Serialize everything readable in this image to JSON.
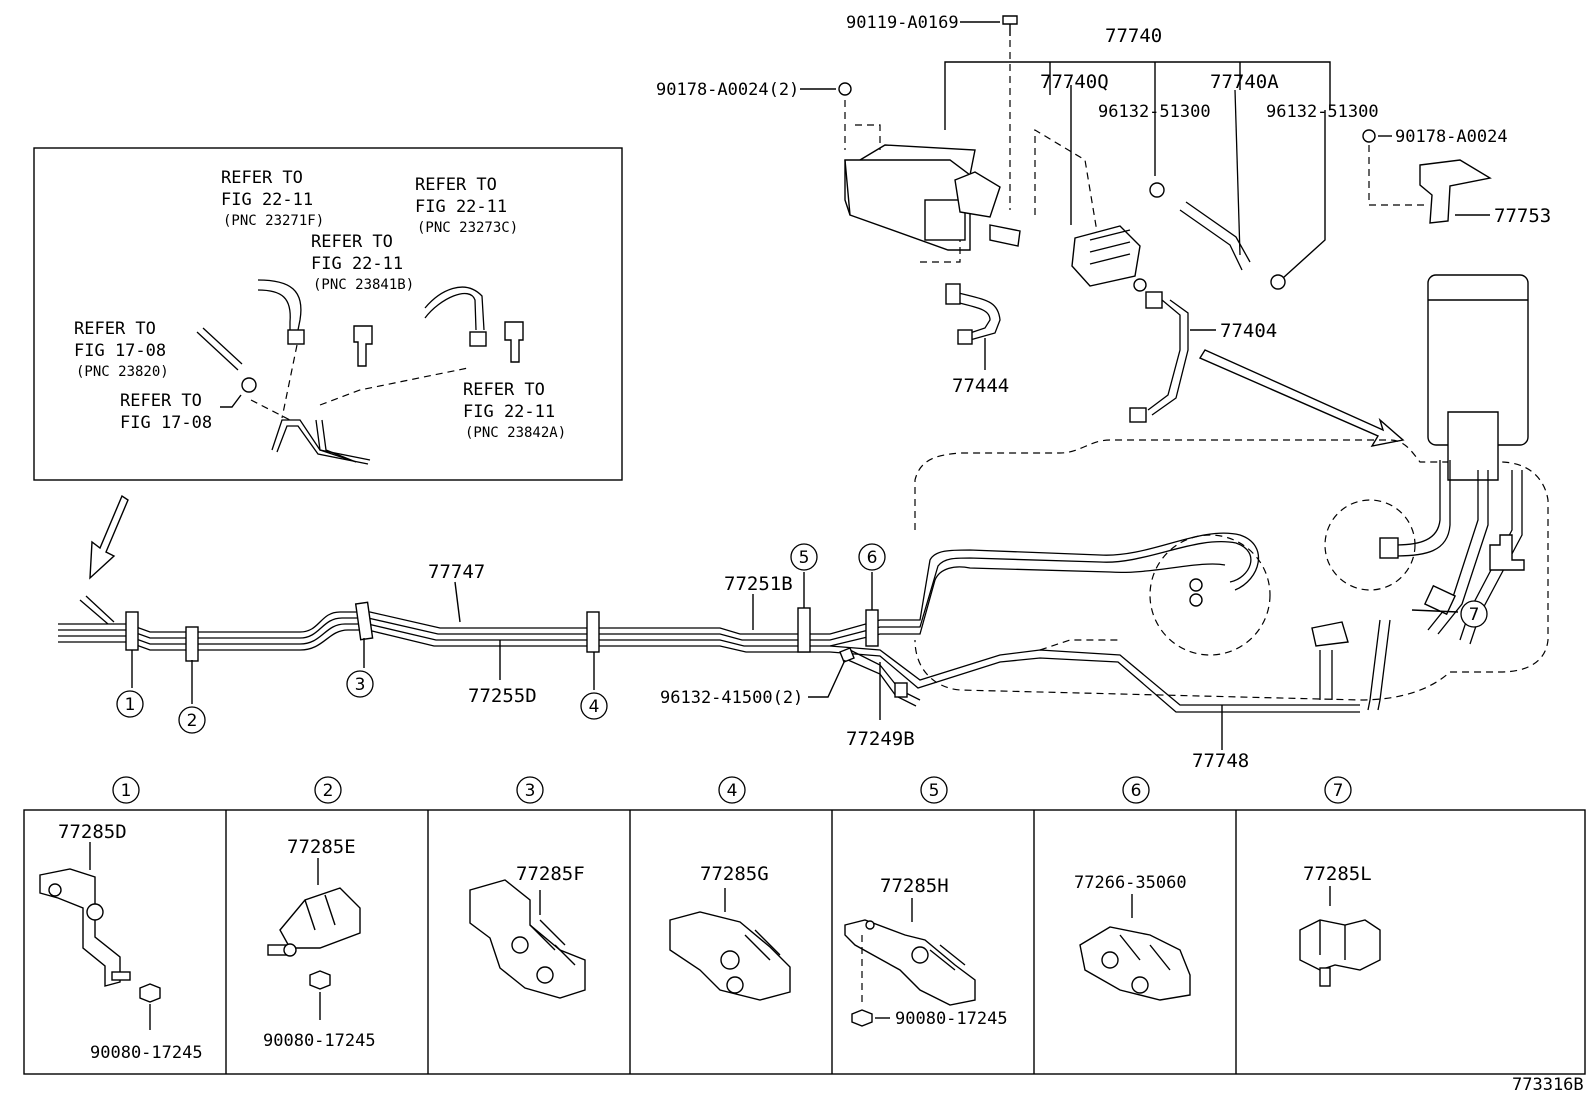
{
  "inset": {
    "refers": [
      {
        "l1": "REFER TO",
        "l2": "FIG 22-11",
        "l3": "(PNC 23271F)"
      },
      {
        "l1": "REFER TO",
        "l2": "FIG 22-11",
        "l3": "(PNC 23841B)"
      },
      {
        "l1": "REFER TO",
        "l2": "FIG 22-11",
        "l3": "(PNC 23273C)"
      },
      {
        "l1": "REFER TO",
        "l2": "FIG 17-08",
        "l3": "(PNC 23820)"
      },
      {
        "l1": "REFER TO",
        "l2": "FIG 17-08",
        "l3": ""
      },
      {
        "l1": "REFER TO",
        "l2": "FIG 22-11",
        "l3": "(PNC 23842A)"
      }
    ]
  },
  "parts": {
    "p90119": "90119-A0169",
    "p77740": "77740",
    "p90178a": "90178-A0024(2)",
    "p77740q": "77740Q",
    "p77740a": "77740A",
    "p96132a": "96132-51300",
    "p96132b": "96132-51300",
    "p90178b": "90178-A0024",
    "p77753": "77753",
    "p77404": "77404",
    "p77444": "77444",
    "p77747": "77747",
    "p77251b": "77251B",
    "p77255d": "77255D",
    "p96132c": "96132-41500(2)",
    "p77249b": "77249B",
    "p77748": "77748"
  },
  "callouts": [
    "1",
    "2",
    "3",
    "4",
    "5",
    "6",
    "7"
  ],
  "clamps": [
    {
      "num": "1",
      "part": "77285D",
      "bolt": "90080-17245"
    },
    {
      "num": "2",
      "part": "77285E",
      "bolt": "90080-17245"
    },
    {
      "num": "3",
      "part": "77285F",
      "bolt": ""
    },
    {
      "num": "4",
      "part": "77285G",
      "bolt": ""
    },
    {
      "num": "5",
      "part": "77285H",
      "bolt": "90080-17245"
    },
    {
      "num": "6",
      "part": "77266-35060",
      "bolt": ""
    },
    {
      "num": "7",
      "part": "77285L",
      "bolt": ""
    }
  ],
  "figure_id": "773316B"
}
